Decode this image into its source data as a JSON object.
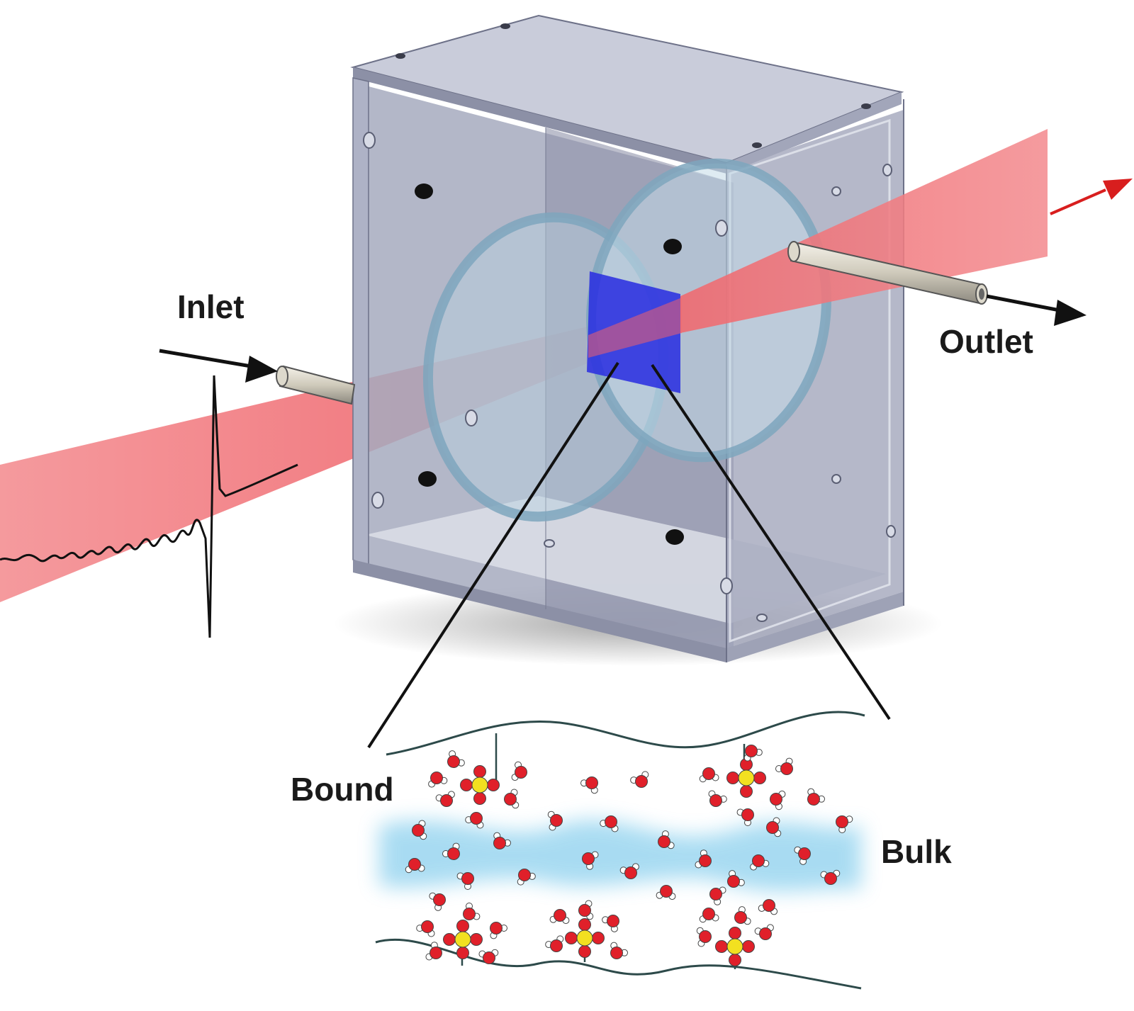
{
  "labels": {
    "inlet": "Inlet",
    "outlet": "Outlet",
    "bound": "Bound",
    "bulk": "Bulk"
  },
  "colors": {
    "beam": "#f0606a",
    "cell_frame": "#9aa0b8",
    "cell_glass": "#c7cbdc",
    "sample": "#2a2ee0",
    "oxygen": "#e0202a",
    "hydrogen": "#ffffff",
    "sulfur": "#f2e020",
    "bulk_water": "#8cd0ee",
    "arrow_out": "#d81e1e"
  },
  "icons": [
    "inlet-tube-icon",
    "outlet-tube-icon",
    "thz-pulse-icon",
    "water-molecule-icon",
    "sulfonate-group-icon"
  ]
}
